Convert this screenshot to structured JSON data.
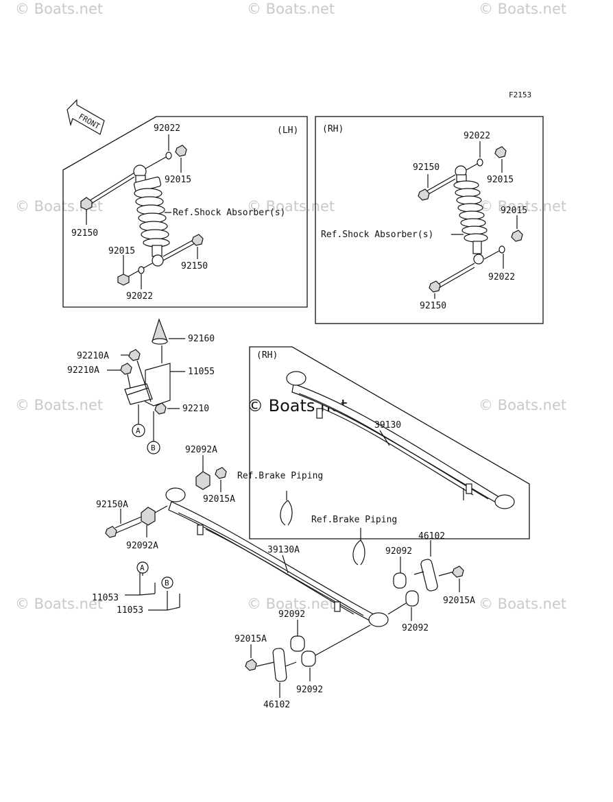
{
  "watermark": "© Boats.net",
  "figure_code": "F2153",
  "front_label": "FRONT",
  "panels": {
    "lh_shock": {
      "side": "(LH)",
      "ref": "Ref.Shock Absorber(s)"
    },
    "rh_shock": {
      "side": "(RH)",
      "ref": "Ref.Shock Absorber(s)"
    },
    "rh_spring": {
      "side": "(RH)"
    }
  },
  "refs": {
    "brake_piping": "Ref.Brake Piping"
  },
  "markers": {
    "a": "A",
    "b": "B"
  },
  "parts": {
    "p92022": "92022",
    "p92015": "92015",
    "p92150": "92150",
    "p92160": "92160",
    "p92210A": "92210A",
    "p11055": "11055",
    "p92210": "92210",
    "p39130": "39130",
    "p92092A": "92092A",
    "p92015A": "92015A",
    "p92150A": "92150A",
    "p39130A": "39130A",
    "p46102": "46102",
    "p92092": "92092",
    "p11053": "11053"
  },
  "colors": {
    "line": "#111111",
    "watermark": "#c9c9c9",
    "background": "#ffffff"
  }
}
